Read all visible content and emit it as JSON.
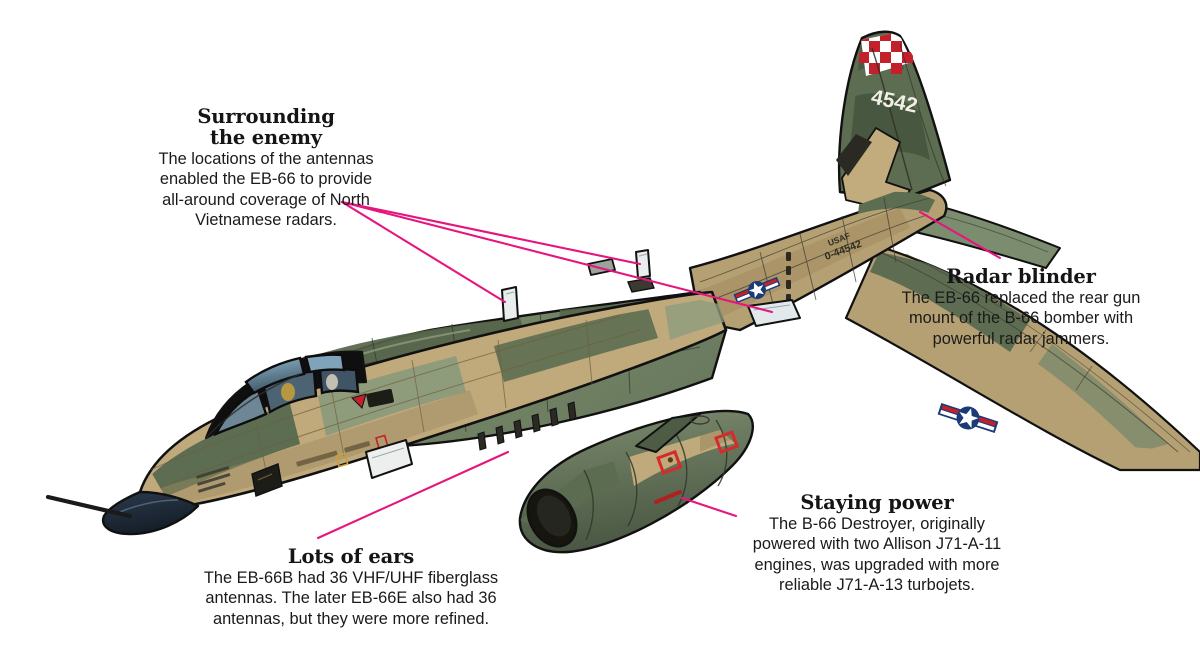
{
  "figure": {
    "subject": "EB-66 Destroyer electronic warfare aircraft cutaway illustration",
    "background_color": "#ffffff",
    "leader_line_color": "#E6157E"
  },
  "callouts": [
    {
      "id": "surrounding",
      "heading": "Surrounding\nthe enemy",
      "body": "The locations of the antennas enabled the EB-66 to provide all-around coverage of North Vietnamese radars."
    },
    {
      "id": "radar-blinder",
      "heading": "Radar blinder",
      "body": "The EB-66 replaced the rear gun mount of the B-66 bomber with powerful radar jammers."
    },
    {
      "id": "lots-of-ears",
      "heading": "Lots of ears",
      "body": "The EB-66B had 36 VHF/UHF fiberglass antennas. The later EB-66E also had 36 antennas, but they were more refined."
    },
    {
      "id": "staying-power",
      "heading": "Staying power",
      "body": "The B-66 Destroyer, originally powered with two Allison J71-A-11 engines, was upgraded with more reliable J71-A-13 turbojets."
    }
  ],
  "aircraft_markings": {
    "tail_number": "4542",
    "fuselage_service": "USAF",
    "fuselage_serial": "0-44542",
    "tail_tip_pattern": "red-white-checkerboard",
    "national_insignia": "star-and-bars"
  },
  "palette": {
    "dark_green": "#4B5B45",
    "mid_green": "#6F7F62",
    "light_green": "#8A9A7C",
    "tan": "#BFA87A",
    "tan_shadow": "#9C8A62",
    "dark_tan": "#A8915F",
    "radome_navy": "#1E2A38",
    "outline": "#111111",
    "antenna_white": "#E8EDEE",
    "insignia_blue": "#1B3A78",
    "insignia_red": "#C2202B",
    "warning_red": "#D42B2B"
  }
}
